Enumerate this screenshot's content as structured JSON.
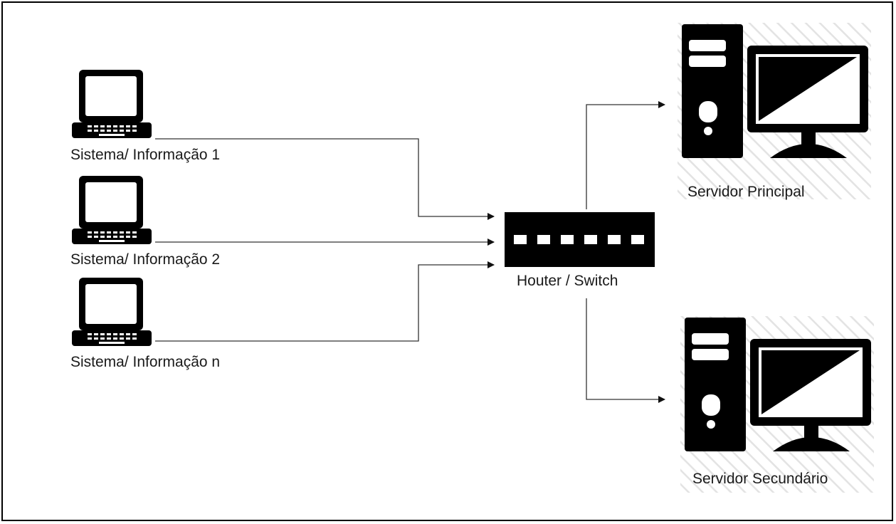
{
  "diagram": {
    "clients": [
      {
        "label": "Sistema/ Informação 1",
        "icon": "laptop-icon"
      },
      {
        "label": "Sistema/ Informação 2",
        "icon": "laptop-icon"
      },
      {
        "label": "Sistema/ Informação n",
        "icon": "laptop-icon"
      }
    ],
    "hub": {
      "label": "Houter / Switch",
      "icon": "switch-icon"
    },
    "servers": [
      {
        "label": "Servidor Principal",
        "icon": "desktop-computer-icon"
      },
      {
        "label": "Servidor Secundário",
        "icon": "desktop-computer-icon"
      }
    ],
    "colors": {
      "stroke": "#000000",
      "line": "#333333",
      "hatch": "#e6e6e6"
    }
  }
}
